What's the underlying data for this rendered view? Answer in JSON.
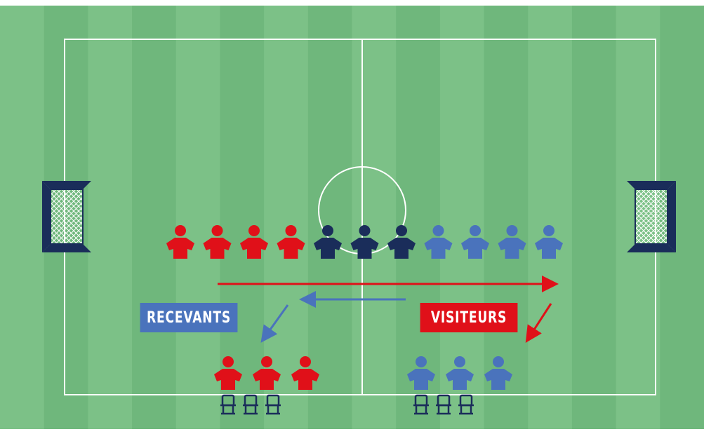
{
  "labels": {
    "home": "RECEVANTS",
    "away": "VISITEURS"
  },
  "colors": {
    "grass_light": "#7cc187",
    "grass_dark": "#6fb77c",
    "line": "#ffffff",
    "home_red": "#e01019",
    "away_blue": "#4a73bc",
    "referee_navy": "#1a2d5a",
    "goal_navy": "#1a2d5a"
  },
  "lineup": {
    "home_players": 4,
    "referees": 3,
    "away_players": 4
  },
  "benches": {
    "home_bench_players": 3,
    "away_bench_players": 3,
    "seats_per_bench": 3
  },
  "icons": [
    "goal-icon",
    "player-icon",
    "seat-icon",
    "arrow-icon"
  ]
}
